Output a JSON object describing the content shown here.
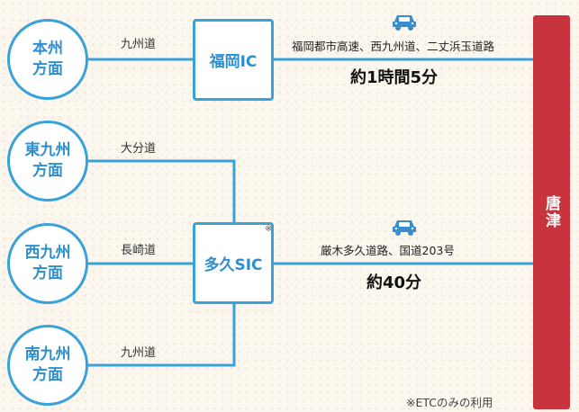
{
  "origins": {
    "honshu": [
      "本州",
      "方面"
    ],
    "higashi": [
      "東九州",
      "方面"
    ],
    "nishi": [
      "西九州",
      "方面"
    ],
    "minami": [
      "南九州",
      "方面"
    ]
  },
  "roads": {
    "honshu": "九州道",
    "higashi": "大分道",
    "nishi": "長崎道",
    "minami": "九州道"
  },
  "interchanges": {
    "fukuoka": "福岡IC",
    "taku": "多久SIC",
    "taku_mark": "※"
  },
  "routes": {
    "top": {
      "via": "福岡都市高速、西九州道、二丈浜玉道路",
      "time": "約1時間5分",
      "icon": "car-icon"
    },
    "bottom": {
      "via": "厳木多久道路、国道203号",
      "time": "約40分",
      "icon": "car-icon"
    }
  },
  "destination": "唐津",
  "footnote": "※ETCのみの利用",
  "colors": {
    "accent_blue": "#39a2d8",
    "destination_red": "#c8343e",
    "car_blue": "#3a8ed0"
  }
}
